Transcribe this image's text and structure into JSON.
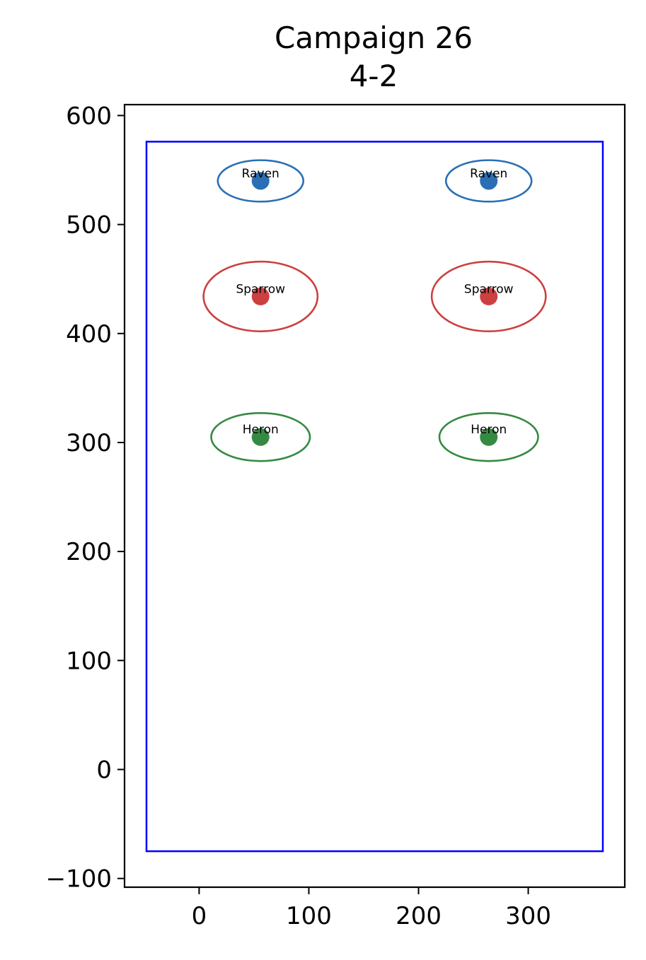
{
  "chart_data": {
    "type": "scatter",
    "title": "Campaign 26",
    "subtitle": "4-2",
    "xlabel": "",
    "ylabel": "",
    "xlim": [
      -68,
      388
    ],
    "ylim": [
      -108,
      610
    ],
    "x_ticks": [
      0,
      100,
      200,
      300
    ],
    "y_ticks": [
      -100,
      0,
      100,
      200,
      300,
      400,
      500,
      600
    ],
    "x_tick_labels": [
      "0",
      "100",
      "200",
      "300"
    ],
    "y_tick_labels": [
      "−100",
      "0",
      "100",
      "200",
      "300",
      "400",
      "500",
      "600"
    ],
    "grid": false,
    "boundary": {
      "x0": -48,
      "y0": -75,
      "x1": 368,
      "y1": 576,
      "color": "#0000ff"
    },
    "points": [
      {
        "label": "Raven",
        "x": 56,
        "y": 540,
        "rx": 39,
        "ry": 19,
        "color": "#2a6fb6"
      },
      {
        "label": "Raven",
        "x": 264,
        "y": 540,
        "rx": 39,
        "ry": 19,
        "color": "#2a6fb6"
      },
      {
        "label": "Sparrow",
        "x": 56,
        "y": 434,
        "rx": 52,
        "ry": 32,
        "color": "#cc4040"
      },
      {
        "label": "Sparrow",
        "x": 264,
        "y": 434,
        "rx": 52,
        "ry": 32,
        "color": "#cc4040"
      },
      {
        "label": "Heron",
        "x": 56,
        "y": 305,
        "rx": 45,
        "ry": 22,
        "color": "#358a42"
      },
      {
        "label": "Heron",
        "x": 264,
        "y": 305,
        "rx": 45,
        "ry": 22,
        "color": "#358a42"
      }
    ]
  }
}
